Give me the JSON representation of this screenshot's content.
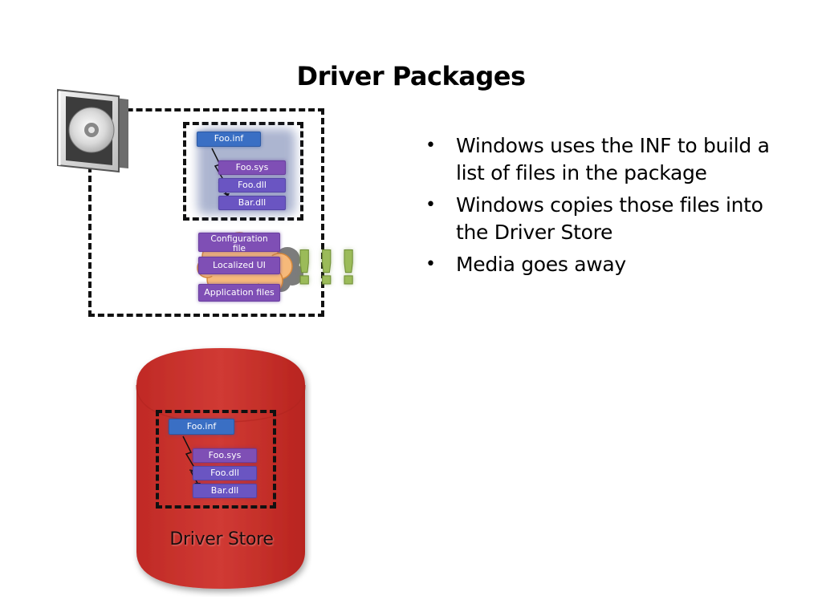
{
  "slide": {
    "title": "Driver Packages",
    "bullets": [
      "Windows uses the INF to build a list of files in the package",
      "Windows copies those files into the Driver Store",
      "Media goes away"
    ]
  },
  "media_package": {
    "inf_label": "Foo.inf",
    "files": [
      "Foo.sys",
      "Foo.dll",
      "Bar.dll"
    ],
    "extra_files": [
      "Configuration file",
      "Localized UI",
      "Application files"
    ],
    "warning_mark": "!!!"
  },
  "driver_store": {
    "label": "Driver Store",
    "inf_label": "Foo.inf",
    "files": [
      "Foo.sys",
      "Foo.dll",
      "Bar.dll"
    ]
  },
  "colors": {
    "store": "#c9302c",
    "warning": "#9bbb59",
    "inf_chip": "#3a6fc4",
    "file_chip": "#7f4fb5",
    "cloud": "#f6b97a"
  },
  "icons": [
    "cd-case-icon",
    "cloud-icon",
    "arrow-icon"
  ]
}
